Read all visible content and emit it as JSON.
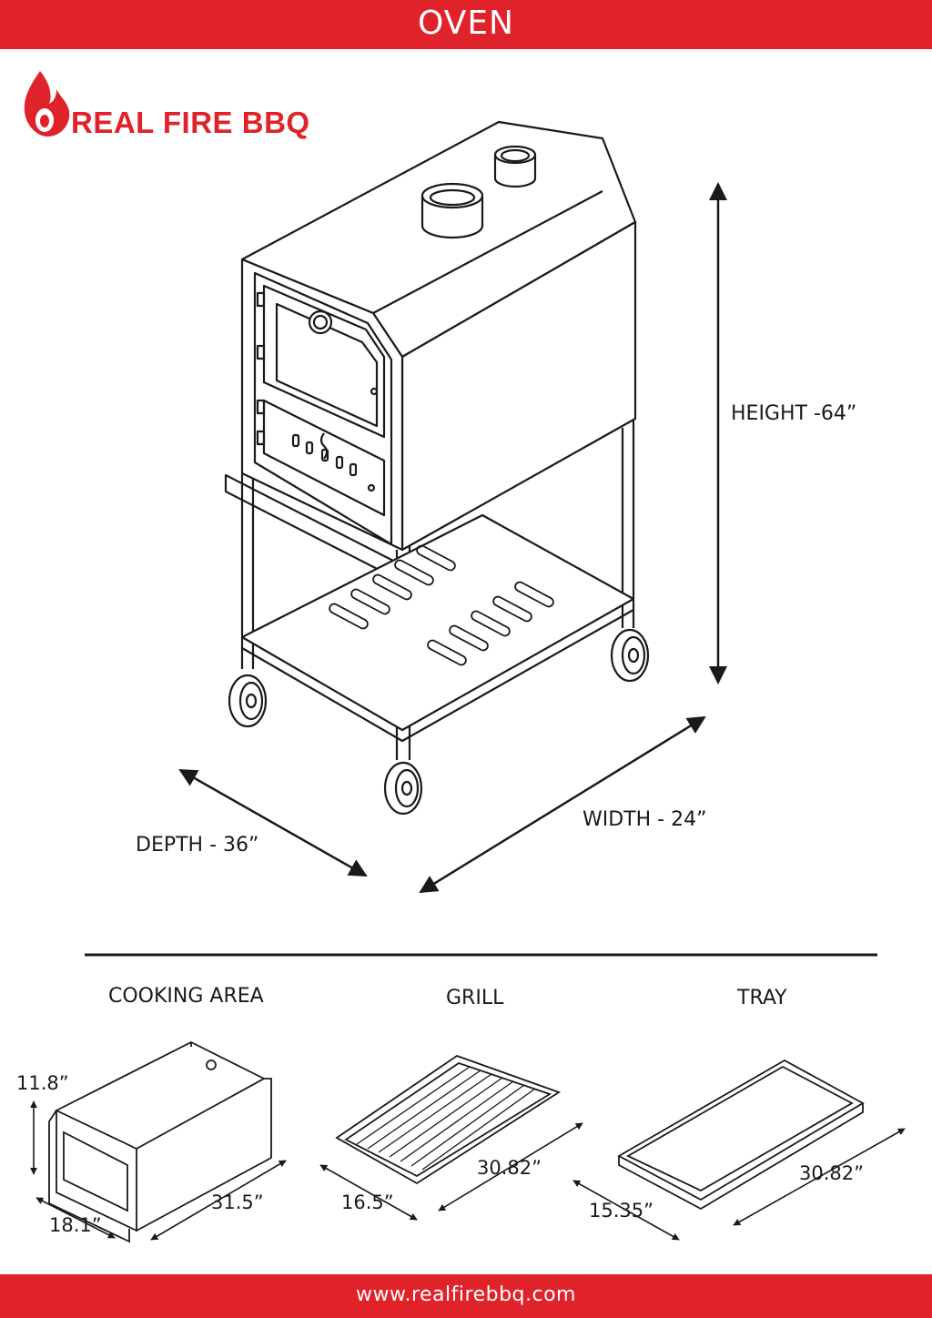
{
  "header": {
    "title": "OVEN"
  },
  "logo": {
    "text": "REAL FIRE BBQ",
    "icon": "flame-icon"
  },
  "dimensions": {
    "height": "HEIGHT -64”",
    "width": "WIDTH - 24”",
    "depth": "DEPTH - 36”"
  },
  "sections": {
    "cooking_area": {
      "title": "COOKING AREA",
      "height": "11.8”",
      "width": "18.1”",
      "length": "31.5”"
    },
    "grill": {
      "title": "GRILL",
      "width": "16.5”",
      "length": "30.82”"
    },
    "tray": {
      "title": "TRAY",
      "width": "15.35”",
      "length": "30.82”"
    }
  },
  "footer": {
    "url": "www.realfirebbq.com"
  },
  "colors": {
    "brand_red": "#e0232a",
    "line": "#1a1a1a",
    "background": "#ffffff"
  }
}
